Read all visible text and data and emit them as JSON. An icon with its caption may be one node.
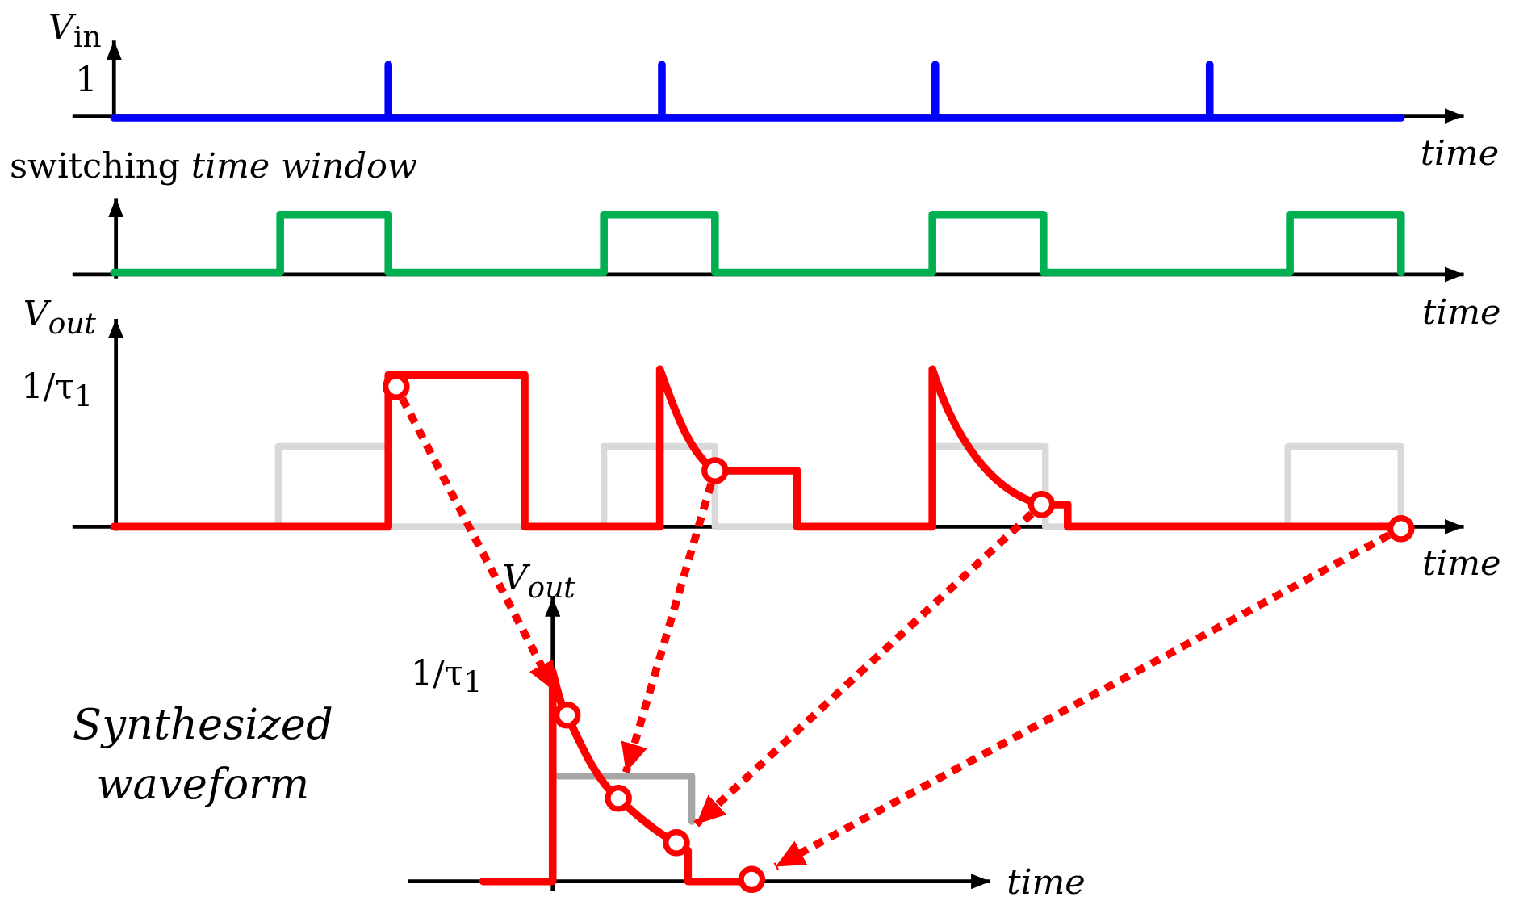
{
  "diagram": {
    "nodes": [
      {
        "text": [],
        "shape": "circle"
      },
      {
        "text": [],
        "shape": "circle"
      },
      {
        "text": [],
        "shape": "circle"
      },
      {
        "text": [],
        "shape": "circle"
      },
      {
        "text": [],
        "shape": "circle"
      },
      {
        "text": [],
        "shape": "circle"
      },
      {
        "text": [],
        "shape": "circle"
      },
      {
        "text": [],
        "shape": "circle"
      }
    ],
    "edges": [
      {
        "from": 0,
        "to": 4,
        "arrow": "to",
        "style": "dashed"
      },
      {
        "from": 1,
        "to": 5,
        "arrow": "to",
        "style": "dashed"
      },
      {
        "from": 2,
        "to": 6,
        "arrow": "to",
        "style": "dashed"
      },
      {
        "from": 3,
        "to": 7,
        "arrow": "to",
        "style": "dashed"
      }
    ],
    "labels": [
      "*V*$_{in}$",
      "1",
      "time",
      "switching *time window*",
      "time",
      "V$_{out}$",
      "1/τ$_{1}$",
      "time",
      "V$_{out}$",
      "1/τ$_{1}$",
      "Synthesized waveform",
      "time"
    ]
  }
}
